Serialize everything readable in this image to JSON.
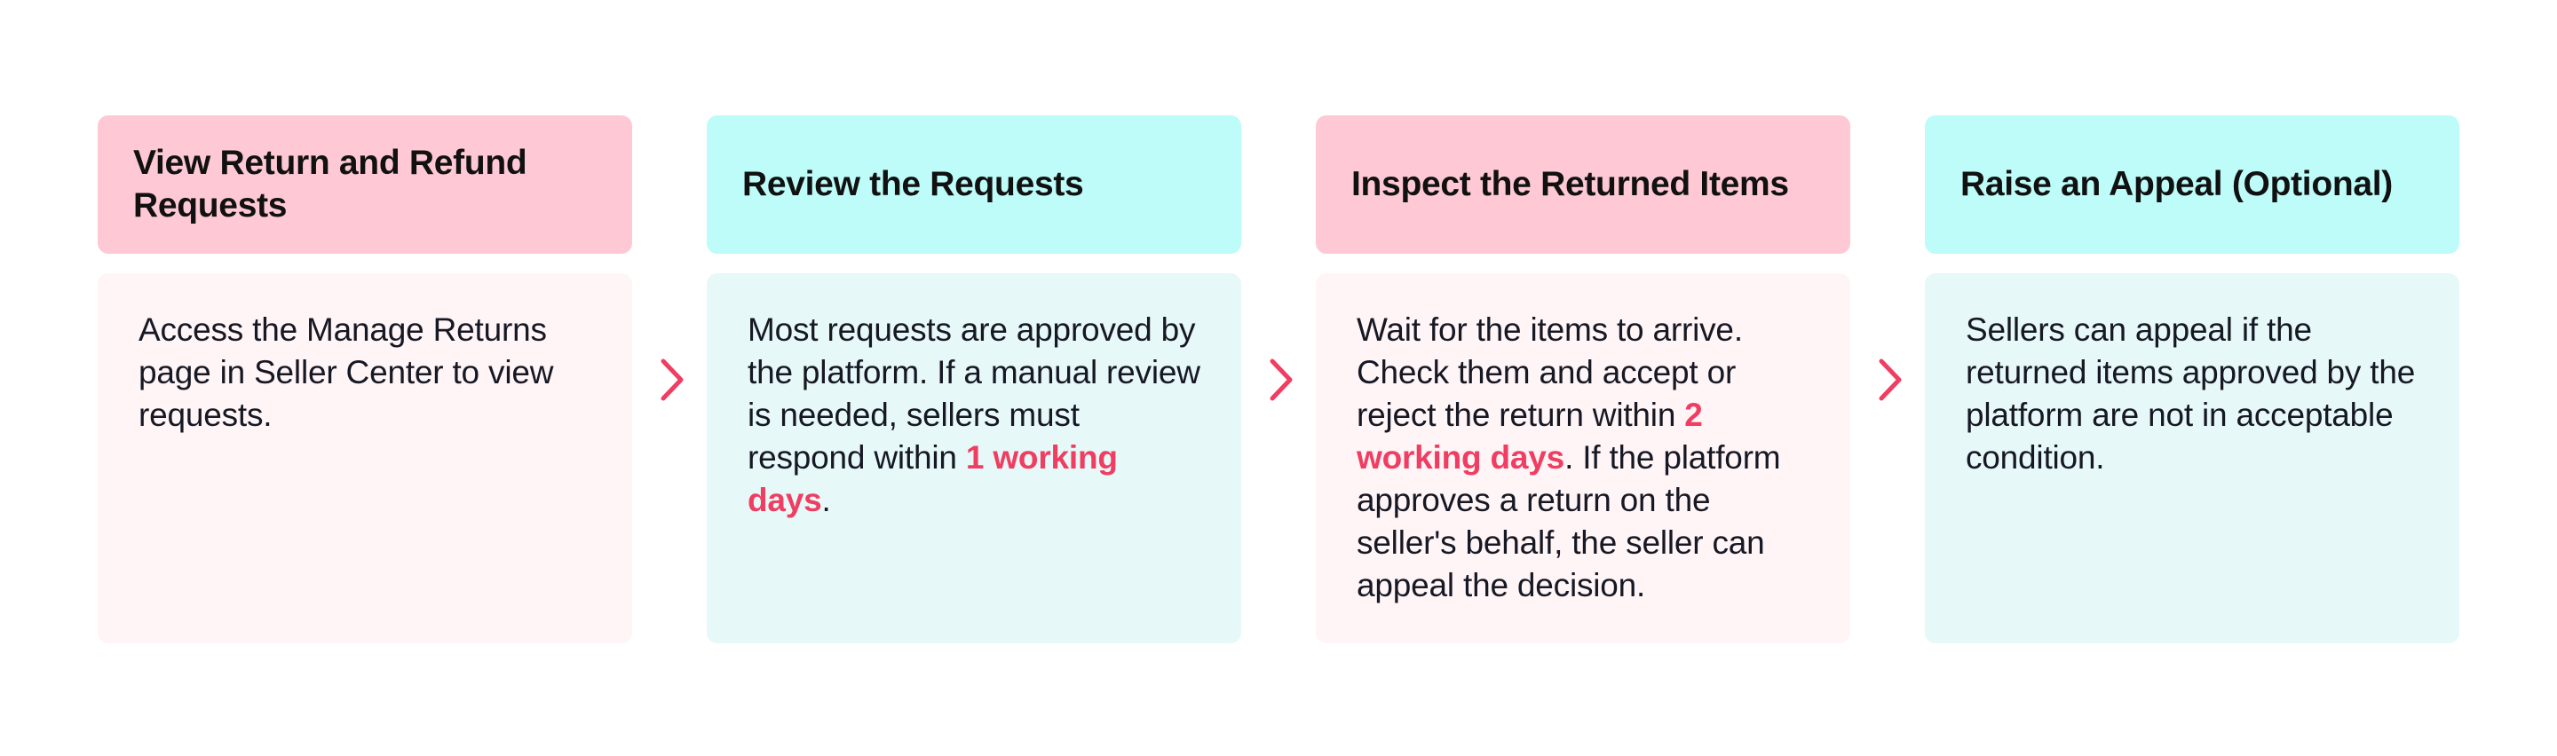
{
  "steps": [
    {
      "title": "View Return and Refund Requests",
      "body_before": "Access the Manage Returns page in Seller Center to view requests.",
      "highlight": "",
      "body_after": ""
    },
    {
      "title": "Review the Requests",
      "body_before": "Most requests are approved by the platform. If a manual review is needed, sellers must respond within ",
      "highlight": "1 working days",
      "body_after": "."
    },
    {
      "title": "Inspect the Returned Items",
      "body_before": "Wait for the items to arrive. Check them and accept or reject the return within ",
      "highlight": "2 working days",
      "body_after": ". If the platform approves a return on the seller's behalf, the seller can appeal the decision."
    },
    {
      "title": "Raise an Appeal (Optional)",
      "body_before": "Sellers can appeal if the returned items approved by the platform are not in acceptable condition.",
      "highlight": "",
      "body_after": ""
    }
  ],
  "icons": {
    "connector": "chevron-right-icon"
  },
  "colors": {
    "pink_header": "#fec9d4",
    "pink_body": "#fff4f6",
    "cyan_header": "#bdfcf9",
    "cyan_body": "#e6f8f8",
    "highlight": "#f03d62",
    "arrow": "#f03d62"
  }
}
